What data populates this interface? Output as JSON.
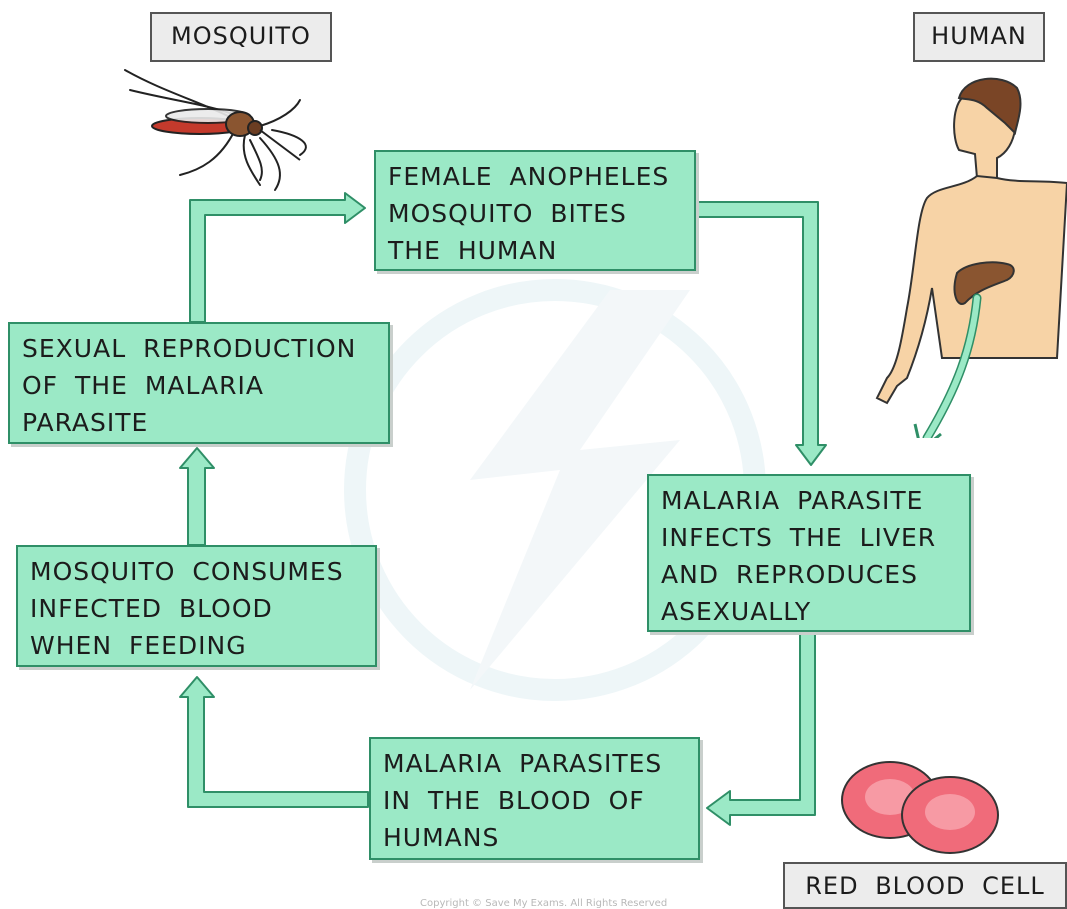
{
  "labels": {
    "mosquito": "MOSQUITO",
    "human": "HUMAN",
    "red_blood_cell": "RED BLOOD CELL"
  },
  "steps": {
    "bite": "FEMALE ANOPHELES\nMOSQUITO BITES\nTHE HUMAN",
    "liver": "MALARIA PARASITE\nINFECTS THE LIVER\nAND REPRODUCES\nASEXUALLY",
    "blood": "MALARIA PARASITES\nIN THE BLOOD OF\nHUMANS",
    "feeding": "MOSQUITO CONSUMES\nINFECTED BLOOD\nWHEN FEEDING",
    "sexual": "SEXUAL REPRODUCTION\nOF THE MALARIA\nPARASITE"
  },
  "copyright": "Copyright © Save My Exams. All Rights Reserved",
  "colors": {
    "box_fill": "#9be9c6",
    "box_border": "#2f8f67",
    "arrow_fill": "#9be9c6",
    "skin": "#f7d3a6",
    "hair": "#7a4526",
    "liver": "#8a5530",
    "rbc": "#f06b7a"
  }
}
